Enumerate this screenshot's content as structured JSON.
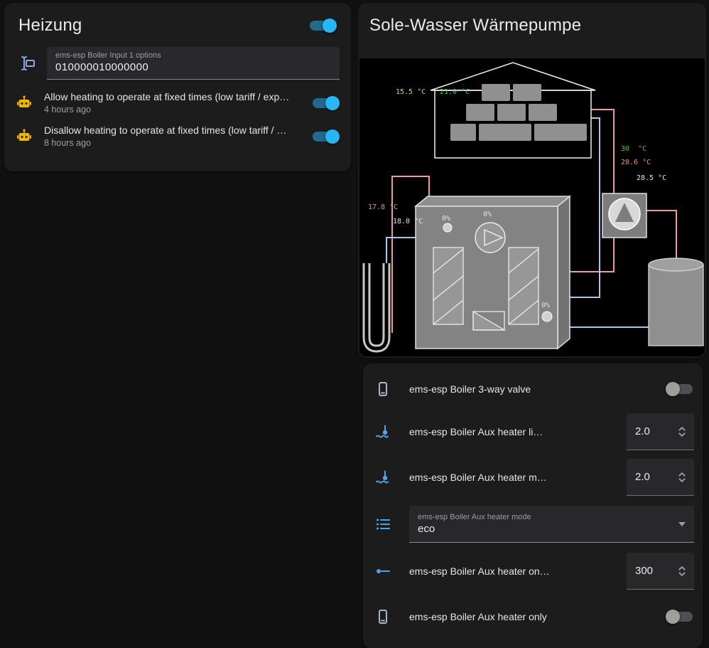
{
  "theme": {
    "page-bg": "#111111",
    "card-bg": "#1c1c1c",
    "accent": "#29b6f6",
    "amber": "#f0b400",
    "entity-icon": "#56a1e3",
    "device-icon": "#a6b6c9",
    "field-icon": "#8aa8dd",
    "pipe-warm": "#ef9a9a",
    "pipe-cold": "#a5c8f0"
  },
  "heizung_card": {
    "title": "Heizung",
    "master_toggle_on": true,
    "input_row": {
      "label": "ems-esp Boiler Input 1 options",
      "value": "010000010000000"
    },
    "automation_rows": [
      {
        "label": "Allow heating to operate at fixed times (low tariff / exp…",
        "time": "4 hours ago",
        "on": true
      },
      {
        "label": "Disallow heating to operate at fixed times (low tariff / …",
        "time": "8 hours ago",
        "on": true
      }
    ]
  },
  "heatpump_card": {
    "title": "Sole-Wasser Wärmepumpe",
    "diagram": {
      "temps": [
        {
          "text": "15.5 °C",
          "color": "#d4d45e"
        },
        {
          "text": "21.0 °C",
          "color": "#55c05a"
        },
        {
          "text": "30  °C",
          "color": "#55c05a"
        },
        {
          "text": "28.6 °C",
          "color": "#e89090"
        },
        {
          "text": "28.5 °C",
          "color": "#e6e6e6"
        },
        {
          "text": "17.8 °C",
          "color": "#e89090"
        },
        {
          "text": "18.0 °C",
          "color": "#e6e6e6"
        }
      ],
      "percents": [
        "0%",
        "0%",
        "0%"
      ]
    }
  },
  "entities_card": {
    "rows": [
      {
        "type": "toggle",
        "label": "ems-esp Boiler 3-way valve",
        "on": false
      },
      {
        "type": "number",
        "label": "ems-esp Boiler Aux heater li…",
        "value": "2.0"
      },
      {
        "type": "number",
        "label": "ems-esp Boiler Aux heater m…",
        "value": "2.0"
      },
      {
        "type": "select",
        "label": "ems-esp Boiler Aux heater mode",
        "value": "eco"
      },
      {
        "type": "number",
        "label": "ems-esp Boiler Aux heater on…",
        "value": "300"
      },
      {
        "type": "toggle",
        "label": "ems-esp Boiler Aux heater only",
        "on": false
      }
    ]
  }
}
